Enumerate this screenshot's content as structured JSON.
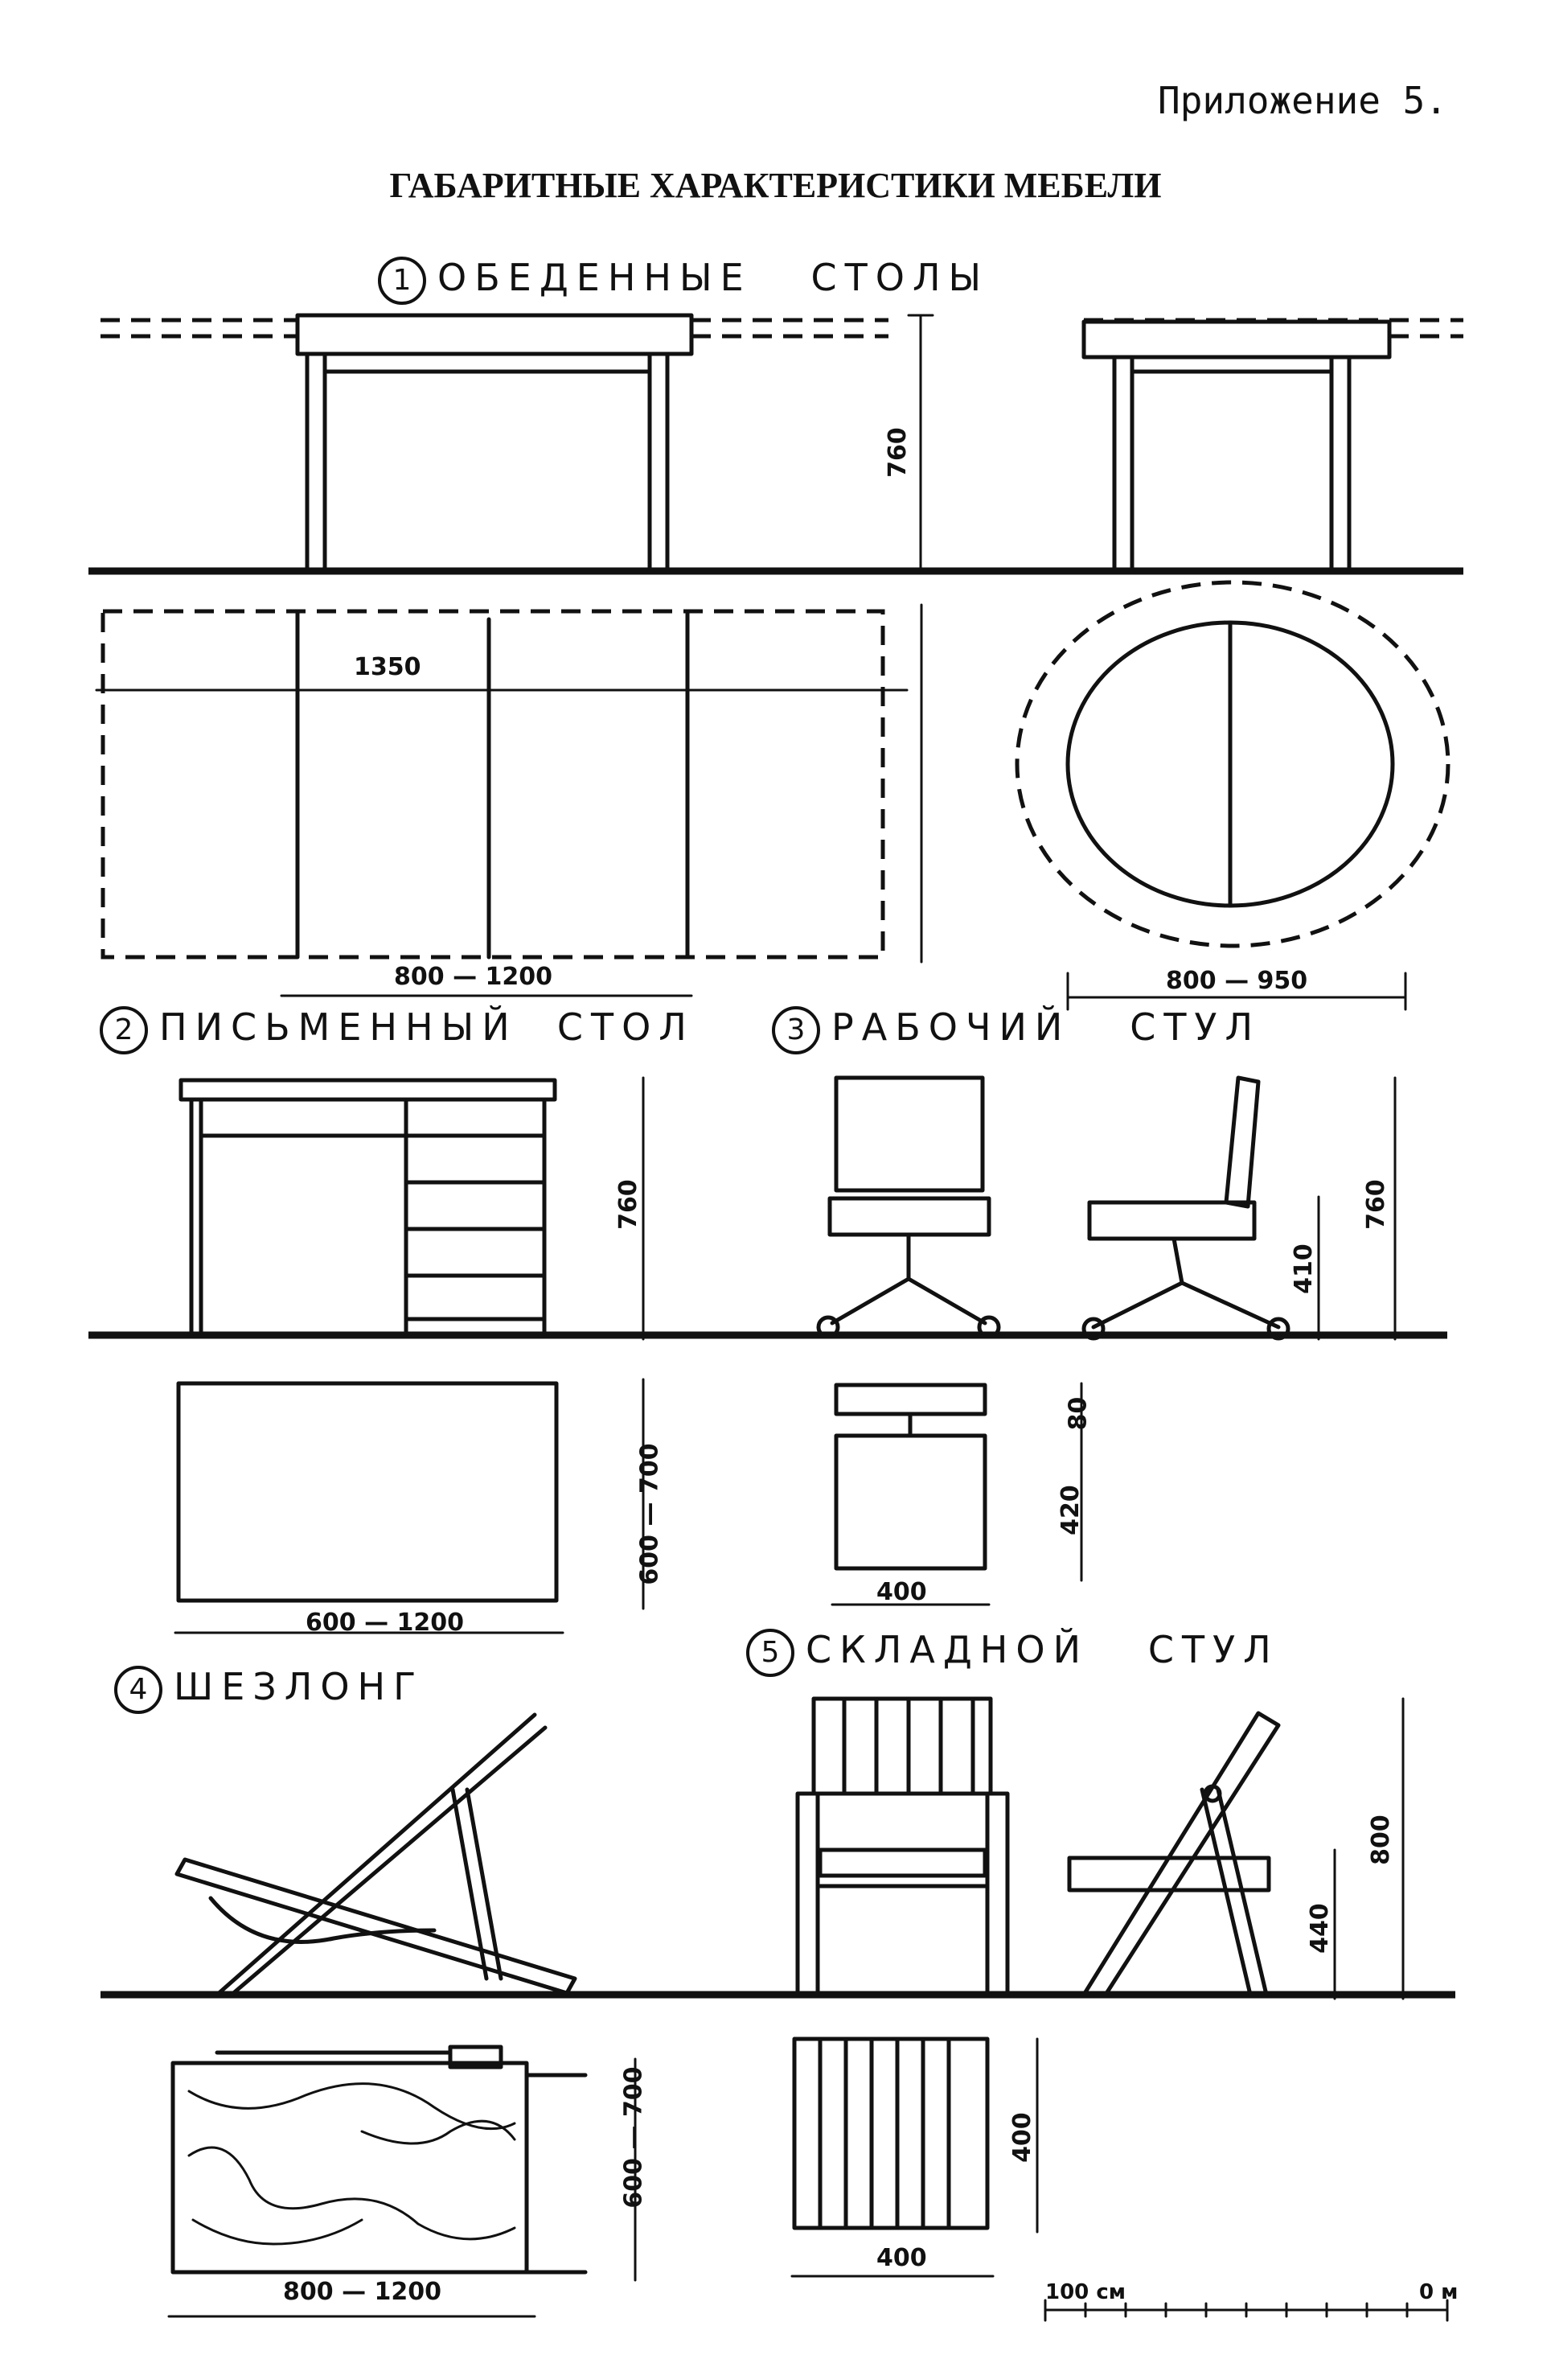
{
  "appendix_label": "Приложение 5.",
  "title": "ГАБАРИТНЫЕ ХАРАКТЕРИСТИКИ МЕБЕЛИ",
  "sections": [
    {
      "number": "1",
      "label": "ОБЕДЕННЫЕ   СТОЛЫ"
    },
    {
      "number": "2",
      "label": "ПИСЬМЕННЫЙ  СТОЛ"
    },
    {
      "number": "3",
      "label": "РАБОЧИЙ   СТУЛ"
    },
    {
      "number": "4",
      "label": "ШЕЗЛОНГ"
    },
    {
      "number": "5",
      "label": "СКЛАДНОЙ   СТУЛ"
    }
  ],
  "dimensions": {
    "dining_height": "760",
    "dining_extended_length": "1350",
    "dining_length": "800 — 1200",
    "round_diameter": "800 — 950",
    "desk_height": "760",
    "desk_depth": "600 — 700",
    "desk_width": "600 — 1200",
    "chair_height": "760",
    "chair_seat_height": "410",
    "chair_back_depth": "80",
    "chair_seat_depth": "420",
    "chair_width": "400",
    "lounger_depth": "600 — 700",
    "lounger_length": "800 — 1200",
    "folding_height": "800",
    "folding_seat_height": "440",
    "folding_depth": "400",
    "folding_width": "400"
  },
  "scale": {
    "left_label": "100 см",
    "right_label": "0 м"
  }
}
